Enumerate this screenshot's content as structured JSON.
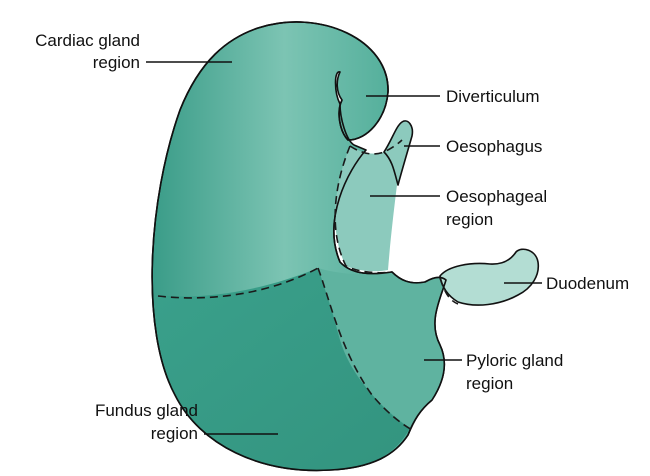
{
  "diagram": {
    "labels": {
      "cardiac_line1": "Cardiac gland",
      "cardiac_line2": "region",
      "diverticulum": "Diverticulum",
      "oesophagus": "Oesophagus",
      "oesophageal_line1": "Oesophageal",
      "oesophageal_line2": "region",
      "duodenum": "Duodenum",
      "pyloric_line1": "Pyloric gland",
      "pyloric_line2": "region",
      "fundus_line1": "Fundus gland",
      "fundus_line2": "region"
    },
    "colors": {
      "stomach_body": "#3fa48f",
      "stomach_highlight": "#7cc4b3",
      "oesophageal_region": "#8ccabd",
      "pyloric_region": "#5fb3a0",
      "duodenum": "#b3ddd3",
      "outline": "#111111"
    }
  }
}
